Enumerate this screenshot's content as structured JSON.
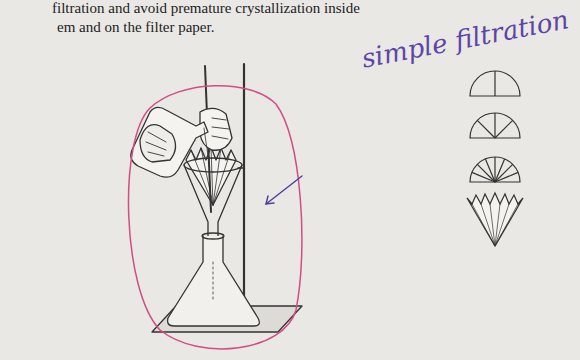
{
  "diagram": {
    "labels": [
      "filtration and avoid premature crystallization inside",
      "em and on the filter paper.",
      "simple filtration"
    ]
  }
}
